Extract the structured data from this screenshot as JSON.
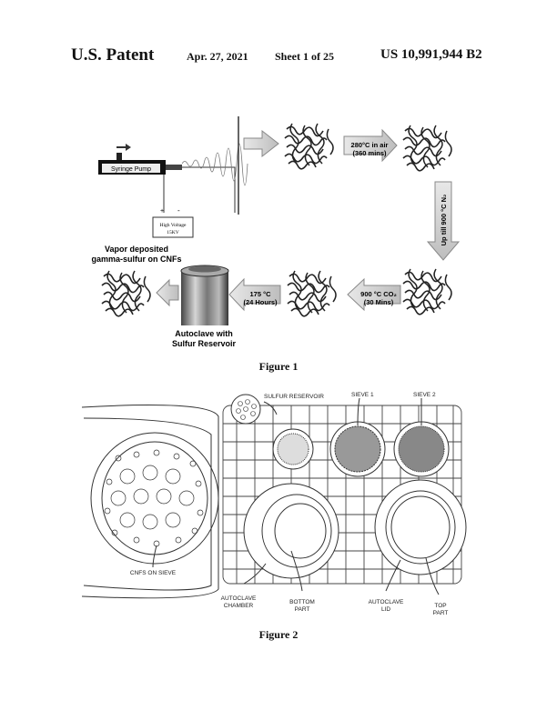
{
  "header": {
    "title": "U.S. Patent",
    "date": "Apr. 27, 2021",
    "sheet": "Sheet 1 of 25",
    "patent_number": "US 10,991,944 B2"
  },
  "figure1": {
    "caption": "Figure 1",
    "syringe_pump": "Syringe Pump",
    "hv_line1": "High Voltage",
    "hv_line2": "15KV",
    "plus": "+",
    "minus": "-",
    "step1_line1": "280°C in air",
    "step1_line2": "(360 mins)",
    "step2": "Up till 900 °C N₂",
    "step3_line1": "900 °C CO₂",
    "step3_line2": "(30 Mins)",
    "step4_line1": "175 °C",
    "step4_line2": "(24 Hours)",
    "autoclave_line1": "Autoclave with",
    "autoclave_line2": "Sulfur Reservoir",
    "vapor_line1": "Vapor deposited",
    "vapor_line2": "gamma-sulfur on CNFs"
  },
  "figure2": {
    "caption": "Figure 2",
    "sulfur_reservoir": "SULFUR RESERVOIR",
    "sieve1": "SIEVE 1",
    "sieve2": "SIEVE 2",
    "cnfs_on_sieve": "CNFS ON SIEVE",
    "chamber_line1": "AUTOCLAVE",
    "chamber_line2": "CHAMBER",
    "bottom_line1": "BOTTOM",
    "bottom_line2": "PART",
    "lid_line1": "AUTOCLAVE",
    "lid_line2": "LID",
    "top_line1": "TOP",
    "top_line2": "PART"
  }
}
